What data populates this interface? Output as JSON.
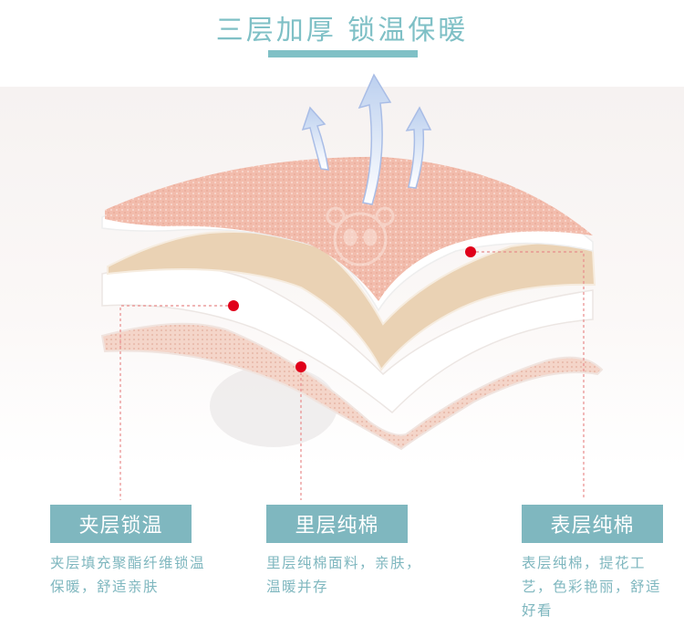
{
  "header": {
    "title": "三层加厚  锁温保暖"
  },
  "layers": [
    {
      "label": "夹层锁温",
      "description": "夹层填充聚酯纤维锁温保暖，舒适亲肤"
    },
    {
      "label": "里层纯棉",
      "description": "里层纯棉面料，亲肤，温暖并存"
    },
    {
      "label": "表层纯棉",
      "description": "表层纯棉，提花工艺，色彩艳丽，舒适好看"
    }
  ],
  "colors": {
    "accent": "#7fc0c6",
    "label_bg": "#7fb7bf",
    "marker": "#e0001a",
    "outer_fabric": "#f0b9a9",
    "middle_fill": "#ead2b4",
    "inner_fabric": "#f3d3c6"
  },
  "icons": [
    "heat-arrow-icon",
    "heat-arrow-icon",
    "heat-arrow-icon",
    "panda-pattern-icon"
  ]
}
